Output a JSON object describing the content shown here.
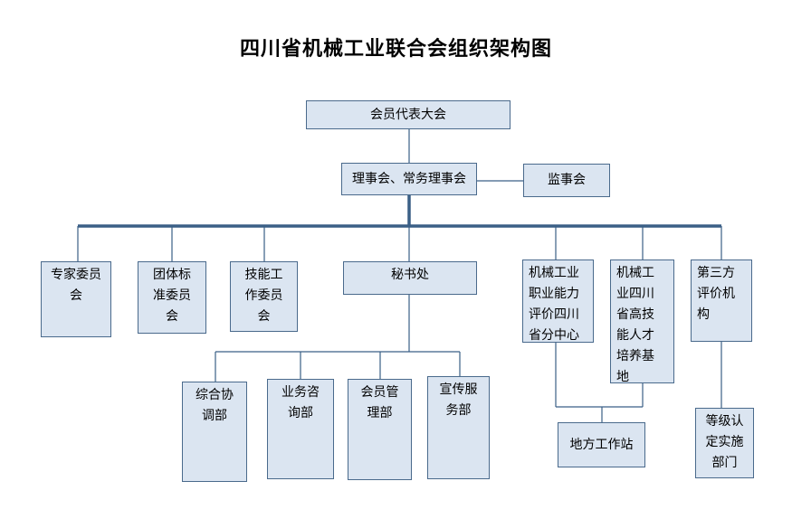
{
  "title": "四川省机械工业联合会组织架构图",
  "nodes": {
    "assembly": "会员代表大会",
    "council": "理事会、常务理事会",
    "supervisory": "监事会",
    "expert_committee": "专家委员\n会",
    "group_standard_committee": "团体标\n准委员\n会",
    "skills_committee": "技能工\n作委员\n会",
    "secretariat": "秘书处",
    "vocational_eval_center": "机械工业\n职业能力\n评价四川\n省分中心",
    "talent_base": "机械工\n业四川\n省高技\n能人才\n培养基\n地",
    "third_party_eval": "第三方\n评价机\n构",
    "coordination_dept": "综合协\n调部",
    "consulting_dept": "业务咨\n询部",
    "member_mgmt_dept": "会员管\n理部",
    "publicity_dept": "宣传服\n务部",
    "local_stations": "地方工作站",
    "grading_dept": "等级认\n定实施\n部门"
  }
}
